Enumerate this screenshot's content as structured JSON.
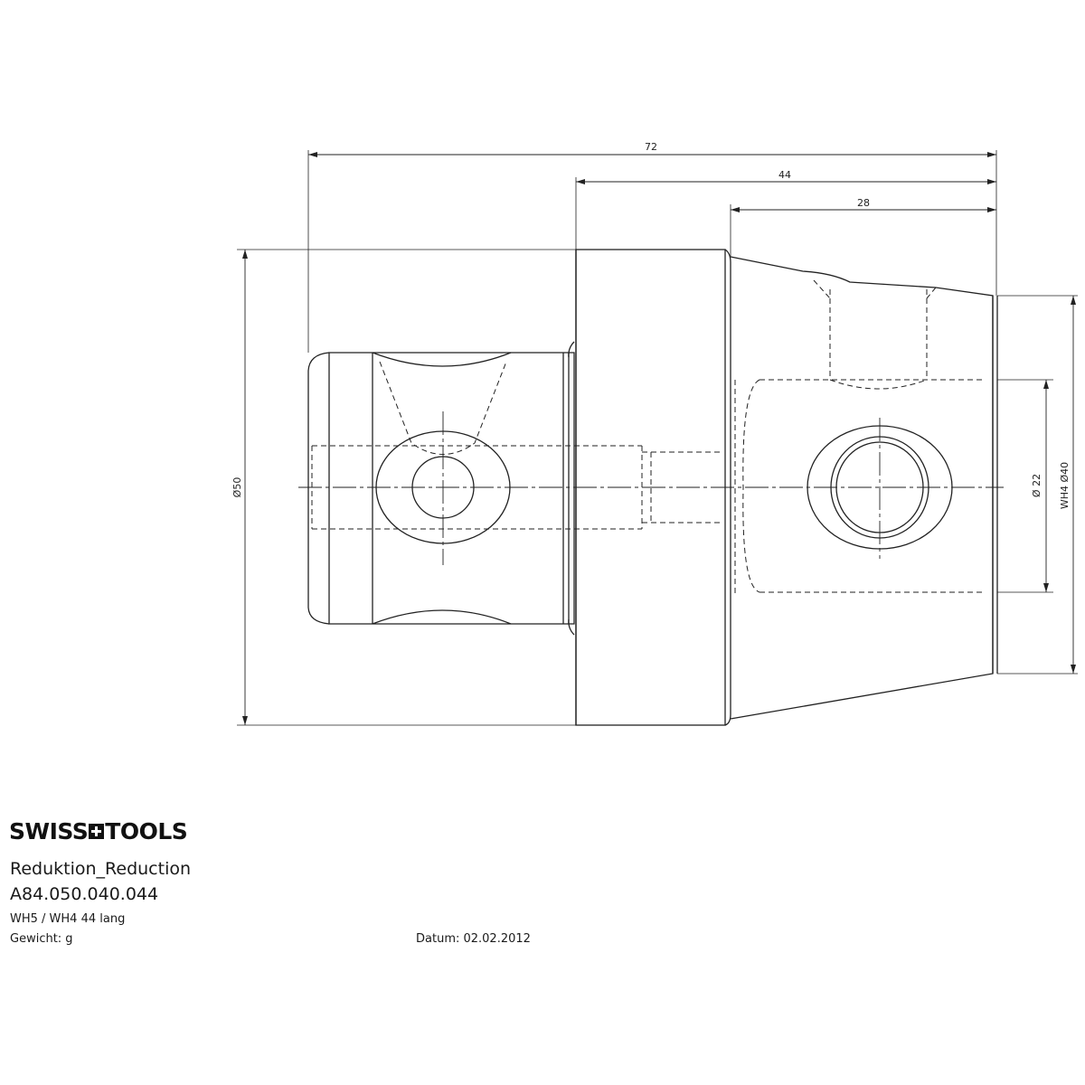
{
  "drawing": {
    "dimensions": {
      "overall_length": "72",
      "length_44": "44",
      "length_28": "28",
      "diameter_50": "Ø50",
      "diameter_22": "Ø 22",
      "thread_40": "WH4  Ø40"
    }
  },
  "brand": {
    "part1": "SWISS",
    "part2": "TOOLS",
    "cross_icon": "swiss-cross-icon"
  },
  "title_block": {
    "name": "Reduktion_Reduction",
    "article_number": "A84.050.040.044",
    "spec": "WH5 / WH4  44 lang",
    "weight": "Gewicht: g",
    "date": "Datum:  02.02.2012"
  }
}
